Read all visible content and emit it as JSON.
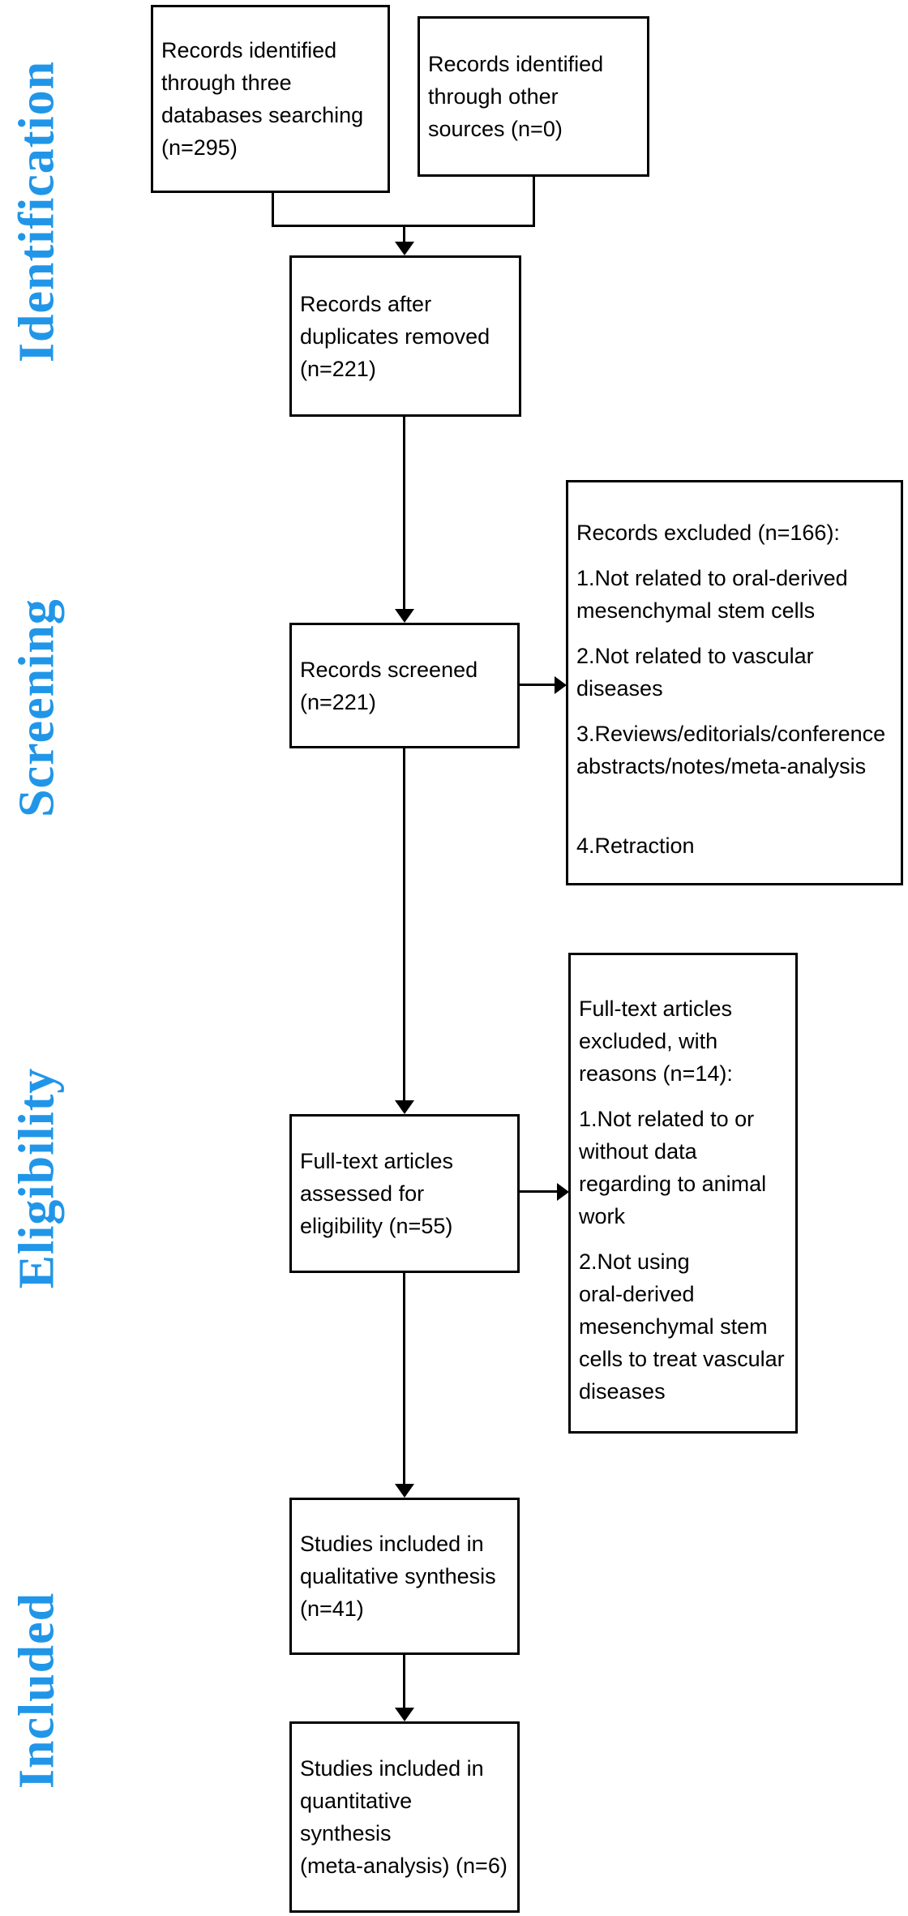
{
  "figure": {
    "background": "#ffffff",
    "accent_blue": "#2196e8",
    "line_color": "#000000"
  },
  "stages": [
    {
      "label": "Identification"
    },
    {
      "label": "Screening"
    },
    {
      "label": "Eligibility"
    },
    {
      "label": "Included"
    }
  ],
  "boxes": {
    "identified_databases": {
      "lines": [
        "Records identified",
        "through three",
        "databases searching",
        "(n=295)"
      ]
    },
    "identified_other": {
      "lines": [
        "Records identified",
        "through other",
        "sources (n=0)"
      ]
    },
    "after_duplicates": {
      "lines": [
        "Records after",
        "duplicates removed",
        "(n=221)"
      ]
    },
    "screened": {
      "lines": [
        "Records screened",
        "(n=221)"
      ]
    },
    "fulltext_assessed": {
      "lines": [
        "Full-text articles",
        "assessed for",
        "eligibility (n=55)"
      ]
    },
    "qualitative_included": {
      "lines": [
        "Studies included in",
        "qualitative synthesis",
        "(n=41)"
      ]
    },
    "quantitative_included": {
      "lines": [
        "Studies included in",
        "quantitative",
        "synthesis",
        "(meta-analysis) (n=6)"
      ]
    },
    "records_excluded": {
      "title": "Records excluded (n=166):",
      "items": [
        [
          "1.Not related to oral-derived",
          "mesenchymal stem cells"
        ],
        [
          "2.Not related to vascular",
          "diseases"
        ],
        [
          "3.Reviews/editorials/conference",
          "abstracts/notes/meta-analysis"
        ],
        [
          "4.Retraction"
        ]
      ]
    },
    "fulltext_excluded": {
      "title_lines": [
        "Full-text articles",
        "excluded, with",
        "reasons (n=14):"
      ],
      "items": [
        [
          "1.Not related to or",
          "without data",
          "regarding to animal",
          "work"
        ],
        [
          "2.Not using",
          "oral-derived",
          "mesenchymal stem",
          "cells to treat vascular",
          "diseases"
        ]
      ]
    }
  }
}
